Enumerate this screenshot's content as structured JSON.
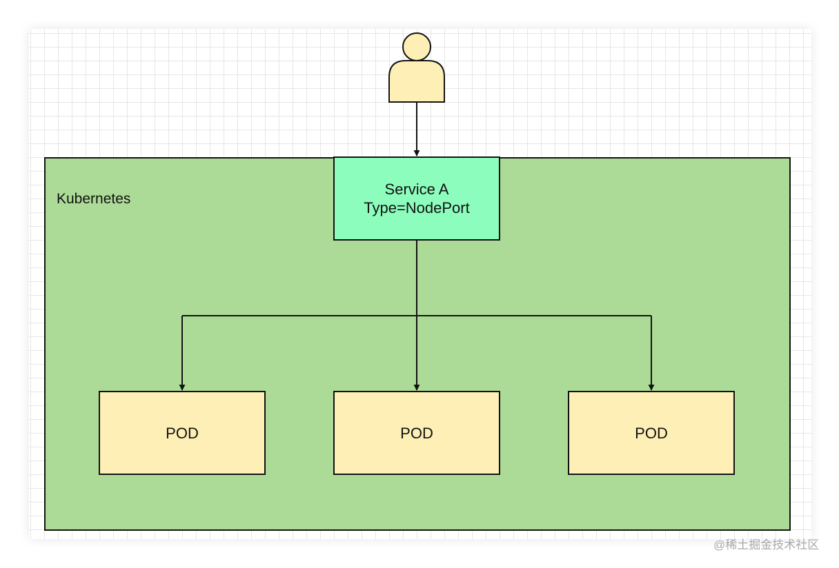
{
  "cluster": {
    "label": "Kubernetes"
  },
  "service": {
    "line1": "Service A",
    "line2": "Type=NodePort"
  },
  "pods": [
    {
      "label": "POD"
    },
    {
      "label": "POD"
    },
    {
      "label": "POD"
    }
  ],
  "watermark": "@稀土掘金技术社区",
  "colors": {
    "cluster_fill": "#acdb97",
    "service_fill": "#8dfdbd",
    "pod_fill": "#fdefb5",
    "user_fill": "#fdefb5",
    "stroke": "#111111"
  },
  "icons": {
    "user": "user-icon"
  }
}
